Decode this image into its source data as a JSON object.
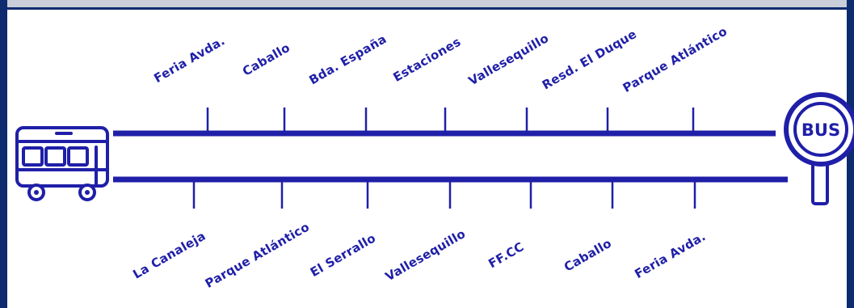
{
  "colors": {
    "route_blue": "#1f1fa8",
    "frame_navy": "#0d2b6e",
    "header_strip": "#c9ced8",
    "label_blue": "#1f1fa8",
    "background": "#ffffff"
  },
  "icons": {
    "bus": "bus-icon",
    "stop_sign": "bus-stop-sign-icon"
  },
  "stop_sign_text": "BUS",
  "outbound": {
    "stops": [
      "Feria Avda.",
      "Caballo",
      "Bda. España",
      "Estaciones",
      "Vallesequillo",
      "Resd. El Duque",
      "Parque Atlántico"
    ]
  },
  "inbound": {
    "stops": [
      "La Canaleja",
      "Parque Atlántico",
      "El Serrallo",
      "Vallesequillo",
      "FF.CC",
      "Caballo",
      "Feria Avda."
    ]
  }
}
